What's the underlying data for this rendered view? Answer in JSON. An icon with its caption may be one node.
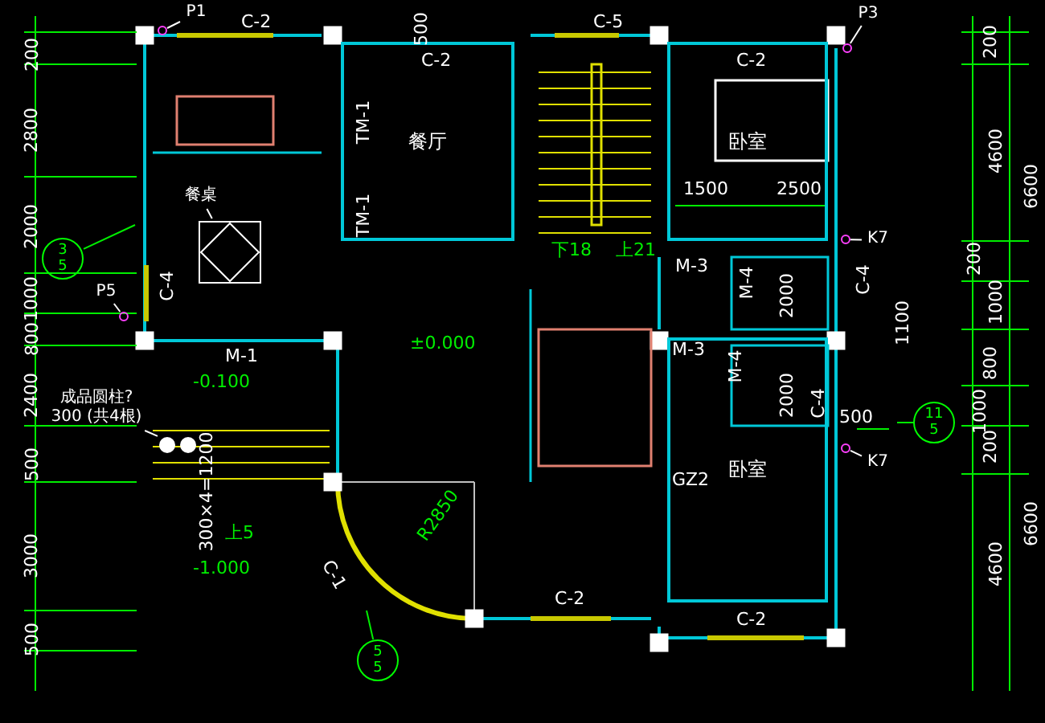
{
  "diagram": {
    "nodes": [
      {
        "text": [
          "餐厅"
        ]
      },
      {
        "text": [
          "卧室"
        ]
      },
      {
        "text": [
          "卧室"
        ]
      },
      {
        "text": [
          "餐桌"
        ]
      },
      {
        "text": [],
        "shape": "picture"
      },
      {
        "text": [
          "成品圆柱?300 (共4根)"
        ]
      },
      {
        "text": [],
        "shape": "picture"
      },
      {
        "text": [
          "P1"
        ]
      },
      {
        "text": [
          "P3"
        ]
      },
      {
        "text": [
          "P5"
        ]
      },
      {
        "text": [
          "K7"
        ]
      },
      {
        "text": [
          "K7"
        ]
      },
      {
        "text": [
          "3",
          "5"
        ]
      },
      {
        "text": [
          "11",
          "5"
        ]
      },
      {
        "text": [
          "5",
          "5"
        ]
      },
      {
        "text": [],
        "shape": "circle"
      },
      {
        "text": [],
        "shape": "circle"
      },
      {
        "text": [],
        "shape": "circle"
      },
      {
        "text": [],
        "shape": "circle"
      },
      {
        "text": [],
        "shape": "circle"
      }
    ],
    "edges": [
      {
        "from": 3,
        "to": 4,
        "arrow": "none"
      },
      {
        "from": 5,
        "to": 6,
        "arrow": "none"
      },
      {
        "from": 7,
        "to": 15,
        "arrow": "none"
      },
      {
        "from": 8,
        "to": 16,
        "arrow": "none"
      },
      {
        "from": 9,
        "to": 17,
        "arrow": "none"
      },
      {
        "from": 10,
        "to": 18,
        "arrow": "none"
      },
      {
        "from": 11,
        "to": 19,
        "arrow": "none"
      },
      {
        "from": 12,
        "to": null,
        "arrow": "none",
        "color": "#00ee00"
      },
      {
        "from": 13,
        "to": null,
        "arrow": "none",
        "color": "#00ee00"
      },
      {
        "from": 14,
        "to": null,
        "arrow": "none",
        "color": "#00ee00"
      }
    ],
    "labels": [
      "C-2",
      "C-2",
      "C-5",
      "C-2",
      "500",
      "200",
      "2800",
      "2000",
      "1000",
      "800",
      "2400",
      "500",
      "3000",
      "500",
      "TM-1",
      "TM-1",
      "C-4",
      "M-1",
      "-0.100",
      "±0.000",
      "300×4=1200",
      "上5",
      "-1.000",
      "R2850",
      "C-1",
      "C-2",
      "GZ2",
      "C-2",
      "1500",
      "2500",
      "下18",
      "上21",
      "M-3",
      "M-4",
      "2000",
      "C-4",
      "M-3",
      "M-4",
      "2000",
      "C-4",
      "500",
      "1100",
      "200",
      "4600",
      "6600",
      "200",
      "1000",
      "800",
      "1000",
      "200",
      "6600",
      "4600"
    ]
  }
}
